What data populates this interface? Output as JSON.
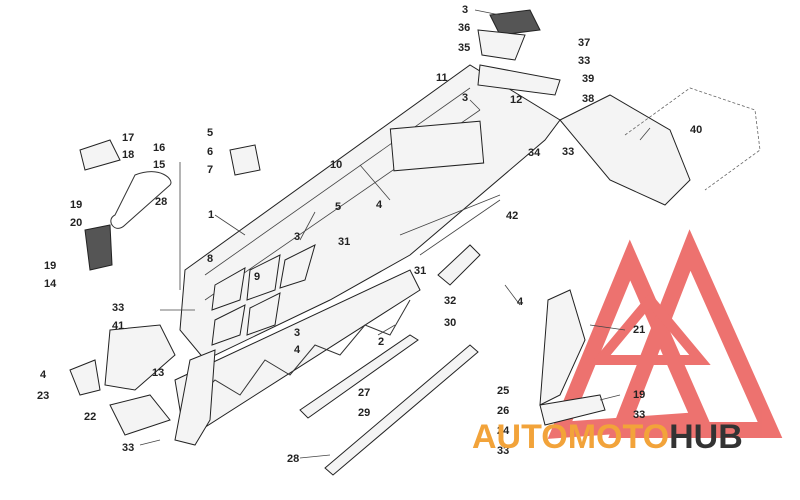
{
  "diagram": {
    "callouts": [
      {
        "id": "c1",
        "text": "1"
      },
      {
        "id": "c2",
        "text": "2"
      },
      {
        "id": "c3a",
        "text": "3"
      },
      {
        "id": "c3b",
        "text": "3"
      },
      {
        "id": "c3c",
        "text": "3"
      },
      {
        "id": "c3d",
        "text": "3"
      },
      {
        "id": "c4a",
        "text": "4"
      },
      {
        "id": "c4b",
        "text": "4"
      },
      {
        "id": "c4c",
        "text": "4"
      },
      {
        "id": "c4d",
        "text": "4"
      },
      {
        "id": "c5a",
        "text": "5"
      },
      {
        "id": "c5b",
        "text": "5"
      },
      {
        "id": "c6",
        "text": "6"
      },
      {
        "id": "c7",
        "text": "7"
      },
      {
        "id": "c8",
        "text": "8"
      },
      {
        "id": "c9",
        "text": "9"
      },
      {
        "id": "c10",
        "text": "10"
      },
      {
        "id": "c11",
        "text": "11"
      },
      {
        "id": "c12",
        "text": "12"
      },
      {
        "id": "c13",
        "text": "13"
      },
      {
        "id": "c14",
        "text": "14"
      },
      {
        "id": "c15",
        "text": "15"
      },
      {
        "id": "c16",
        "text": "16"
      },
      {
        "id": "c17",
        "text": "17"
      },
      {
        "id": "c18",
        "text": "18"
      },
      {
        "id": "c19a",
        "text": "19"
      },
      {
        "id": "c19b",
        "text": "19"
      },
      {
        "id": "c19c",
        "text": "19"
      },
      {
        "id": "c20",
        "text": "20"
      },
      {
        "id": "c21",
        "text": "21"
      },
      {
        "id": "c22",
        "text": "22"
      },
      {
        "id": "c23",
        "text": "23"
      },
      {
        "id": "c24",
        "text": "24"
      },
      {
        "id": "c25",
        "text": "25"
      },
      {
        "id": "c26",
        "text": "26"
      },
      {
        "id": "c27",
        "text": "27"
      },
      {
        "id": "c28a",
        "text": "28"
      },
      {
        "id": "c28b",
        "text": "28"
      },
      {
        "id": "c29",
        "text": "29"
      },
      {
        "id": "c30",
        "text": "30"
      },
      {
        "id": "c31a",
        "text": "31"
      },
      {
        "id": "c31b",
        "text": "31"
      },
      {
        "id": "c32",
        "text": "32"
      },
      {
        "id": "c33a",
        "text": "33"
      },
      {
        "id": "c33b",
        "text": "33"
      },
      {
        "id": "c33c",
        "text": "33"
      },
      {
        "id": "c33d",
        "text": "33"
      },
      {
        "id": "c33e",
        "text": "33"
      },
      {
        "id": "c33f",
        "text": "33"
      },
      {
        "id": "c34",
        "text": "34"
      },
      {
        "id": "c35",
        "text": "35"
      },
      {
        "id": "c36",
        "text": "36"
      },
      {
        "id": "c37",
        "text": "37"
      },
      {
        "id": "c38",
        "text": "38"
      },
      {
        "id": "c39",
        "text": "39"
      },
      {
        "id": "c40",
        "text": "40"
      },
      {
        "id": "c41",
        "text": "41"
      },
      {
        "id": "c42",
        "text": "42"
      }
    ]
  },
  "watermark": {
    "word_a": "AUTO",
    "word_b": "MOTO",
    "word_c": "HUB",
    "color_a": "#f2a33a",
    "color_b": "#f2a33a",
    "color_c": "#333333",
    "logo_color": "#e8433f"
  }
}
